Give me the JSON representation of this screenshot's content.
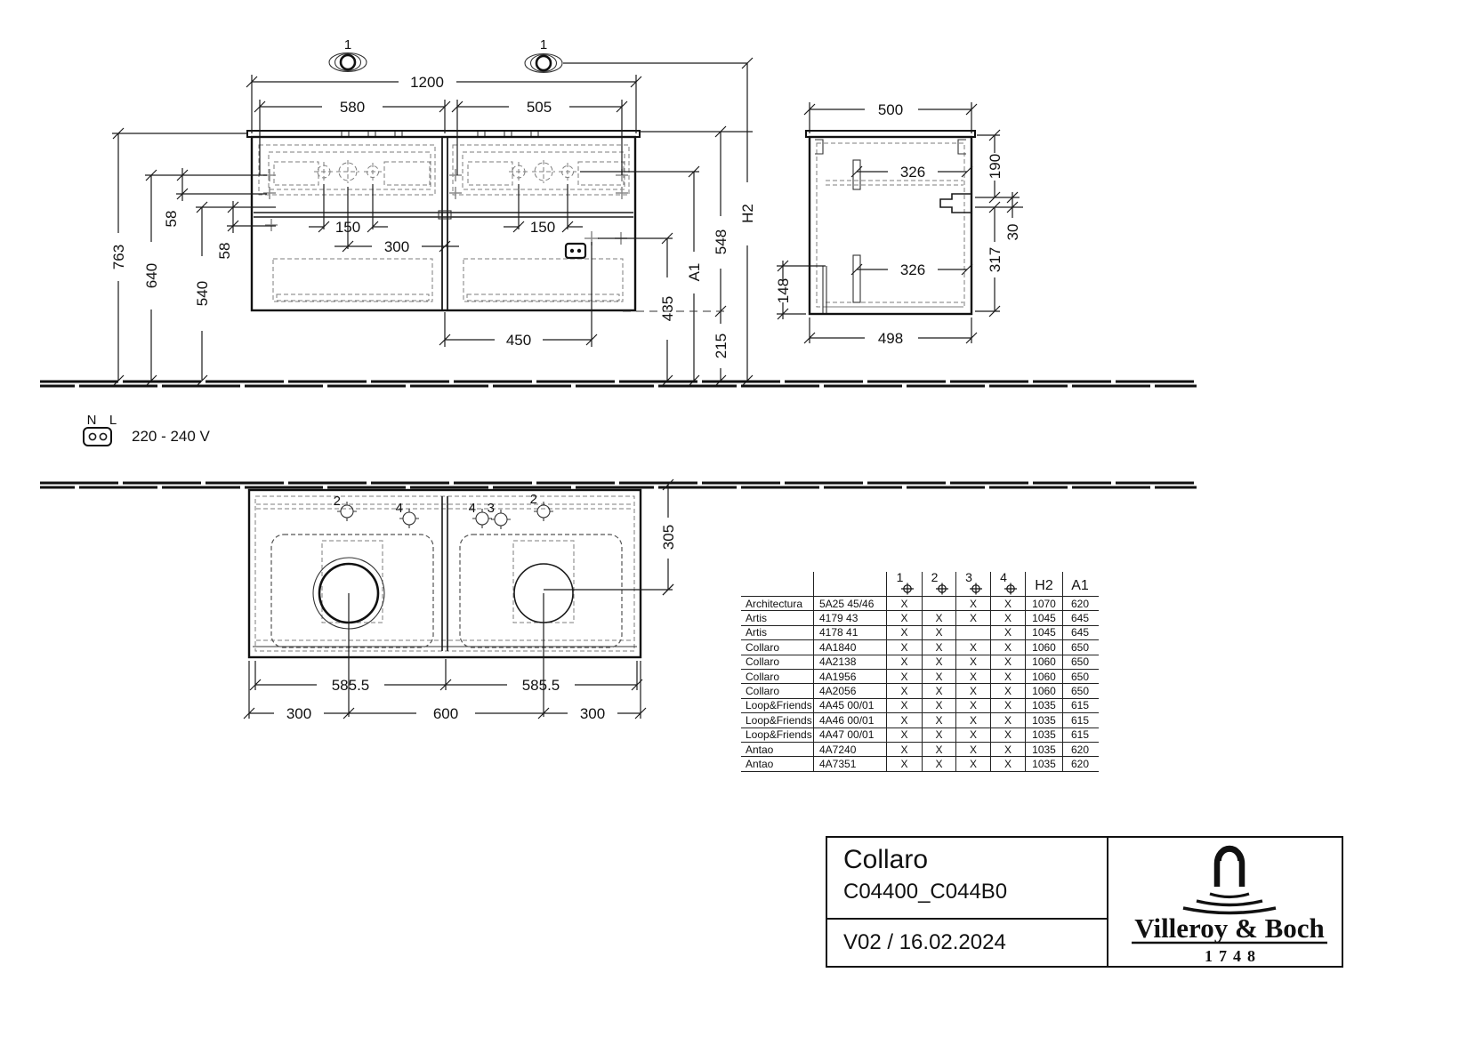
{
  "front_view": {
    "tap_marker_left": "1",
    "tap_marker_right": "1",
    "dim_total_width": "1200",
    "dim_left_section": "580",
    "dim_right_section": "505",
    "dim_height_763": "763",
    "dim_height_640": "640",
    "dim_gap_58_upper": "58",
    "dim_height_540": "540",
    "dim_gap_58_lower": "58",
    "dim_tap_span_left": "150",
    "dim_tap_span_right": "150",
    "dim_300": "300",
    "dim_450": "450",
    "dim_435": "435",
    "dim_215": "215",
    "dim_548": "548",
    "dim_a1": "A1",
    "dim_h2": "H2"
  },
  "side_view": {
    "dim_depth_top": "500",
    "dim_326_upper": "326",
    "dim_190": "190",
    "dim_30": "30",
    "dim_317": "317",
    "dim_148": "148",
    "dim_326_lower": "326",
    "dim_depth_bottom": "498"
  },
  "plan_view": {
    "marker_2_left": "2",
    "marker_4_left": "4",
    "marker_4_mid": "4",
    "marker_3": "3",
    "marker_2_right": "2",
    "dim_305": "305",
    "dim_585_left": "585.5",
    "dim_585_right": "585.5",
    "dim_300_left": "300",
    "dim_600": "600",
    "dim_300_right": "300"
  },
  "power": {
    "label_n": "N",
    "label_l": "L",
    "voltage": "220 - 240 V"
  },
  "compat_table": {
    "col_1": "1",
    "col_2": "2",
    "col_3": "3",
    "col_4": "4",
    "col_h2": "H2",
    "col_a1": "A1",
    "rows": [
      {
        "series": "Architectura",
        "article": "5A25 45/46",
        "c1": "X",
        "c2": "",
        "c3": "X",
        "c4": "X",
        "h2": "1070",
        "a1": "620"
      },
      {
        "series": "Artis",
        "article": "4179 43",
        "c1": "X",
        "c2": "X",
        "c3": "X",
        "c4": "X",
        "h2": "1045",
        "a1": "645"
      },
      {
        "series": "Artis",
        "article": "4178 41",
        "c1": "X",
        "c2": "X",
        "c3": "",
        "c4": "X",
        "h2": "1045",
        "a1": "645"
      },
      {
        "series": "Collaro",
        "article": "4A1840",
        "c1": "X",
        "c2": "X",
        "c3": "X",
        "c4": "X",
        "h2": "1060",
        "a1": "650"
      },
      {
        "series": "Collaro",
        "article": "4A2138",
        "c1": "X",
        "c2": "X",
        "c3": "X",
        "c4": "X",
        "h2": "1060",
        "a1": "650"
      },
      {
        "series": "Collaro",
        "article": "4A1956",
        "c1": "X",
        "c2": "X",
        "c3": "X",
        "c4": "X",
        "h2": "1060",
        "a1": "650"
      },
      {
        "series": "Collaro",
        "article": "4A2056",
        "c1": "X",
        "c2": "X",
        "c3": "X",
        "c4": "X",
        "h2": "1060",
        "a1": "650"
      },
      {
        "series": "Loop&Friends",
        "article": "4A45 00/01",
        "c1": "X",
        "c2": "X",
        "c3": "X",
        "c4": "X",
        "h2": "1035",
        "a1": "615"
      },
      {
        "series": "Loop&Friends",
        "article": "4A46 00/01",
        "c1": "X",
        "c2": "X",
        "c3": "X",
        "c4": "X",
        "h2": "1035",
        "a1": "615"
      },
      {
        "series": "Loop&Friends",
        "article": "4A47 00/01",
        "c1": "X",
        "c2": "X",
        "c3": "X",
        "c4": "X",
        "h2": "1035",
        "a1": "615"
      },
      {
        "series": "Antao",
        "article": "4A7240",
        "c1": "X",
        "c2": "X",
        "c3": "X",
        "c4": "X",
        "h2": "1035",
        "a1": "620"
      },
      {
        "series": "Antao",
        "article": "4A7351",
        "c1": "X",
        "c2": "X",
        "c3": "X",
        "c4": "X",
        "h2": "1035",
        "a1": "620"
      }
    ]
  },
  "title_block": {
    "product_name": "Collaro",
    "article_number": "C04400_C044B0",
    "version_date": "V02 / 16.02.2024",
    "brand_name": "Villeroy & Boch",
    "brand_year": "1748"
  }
}
